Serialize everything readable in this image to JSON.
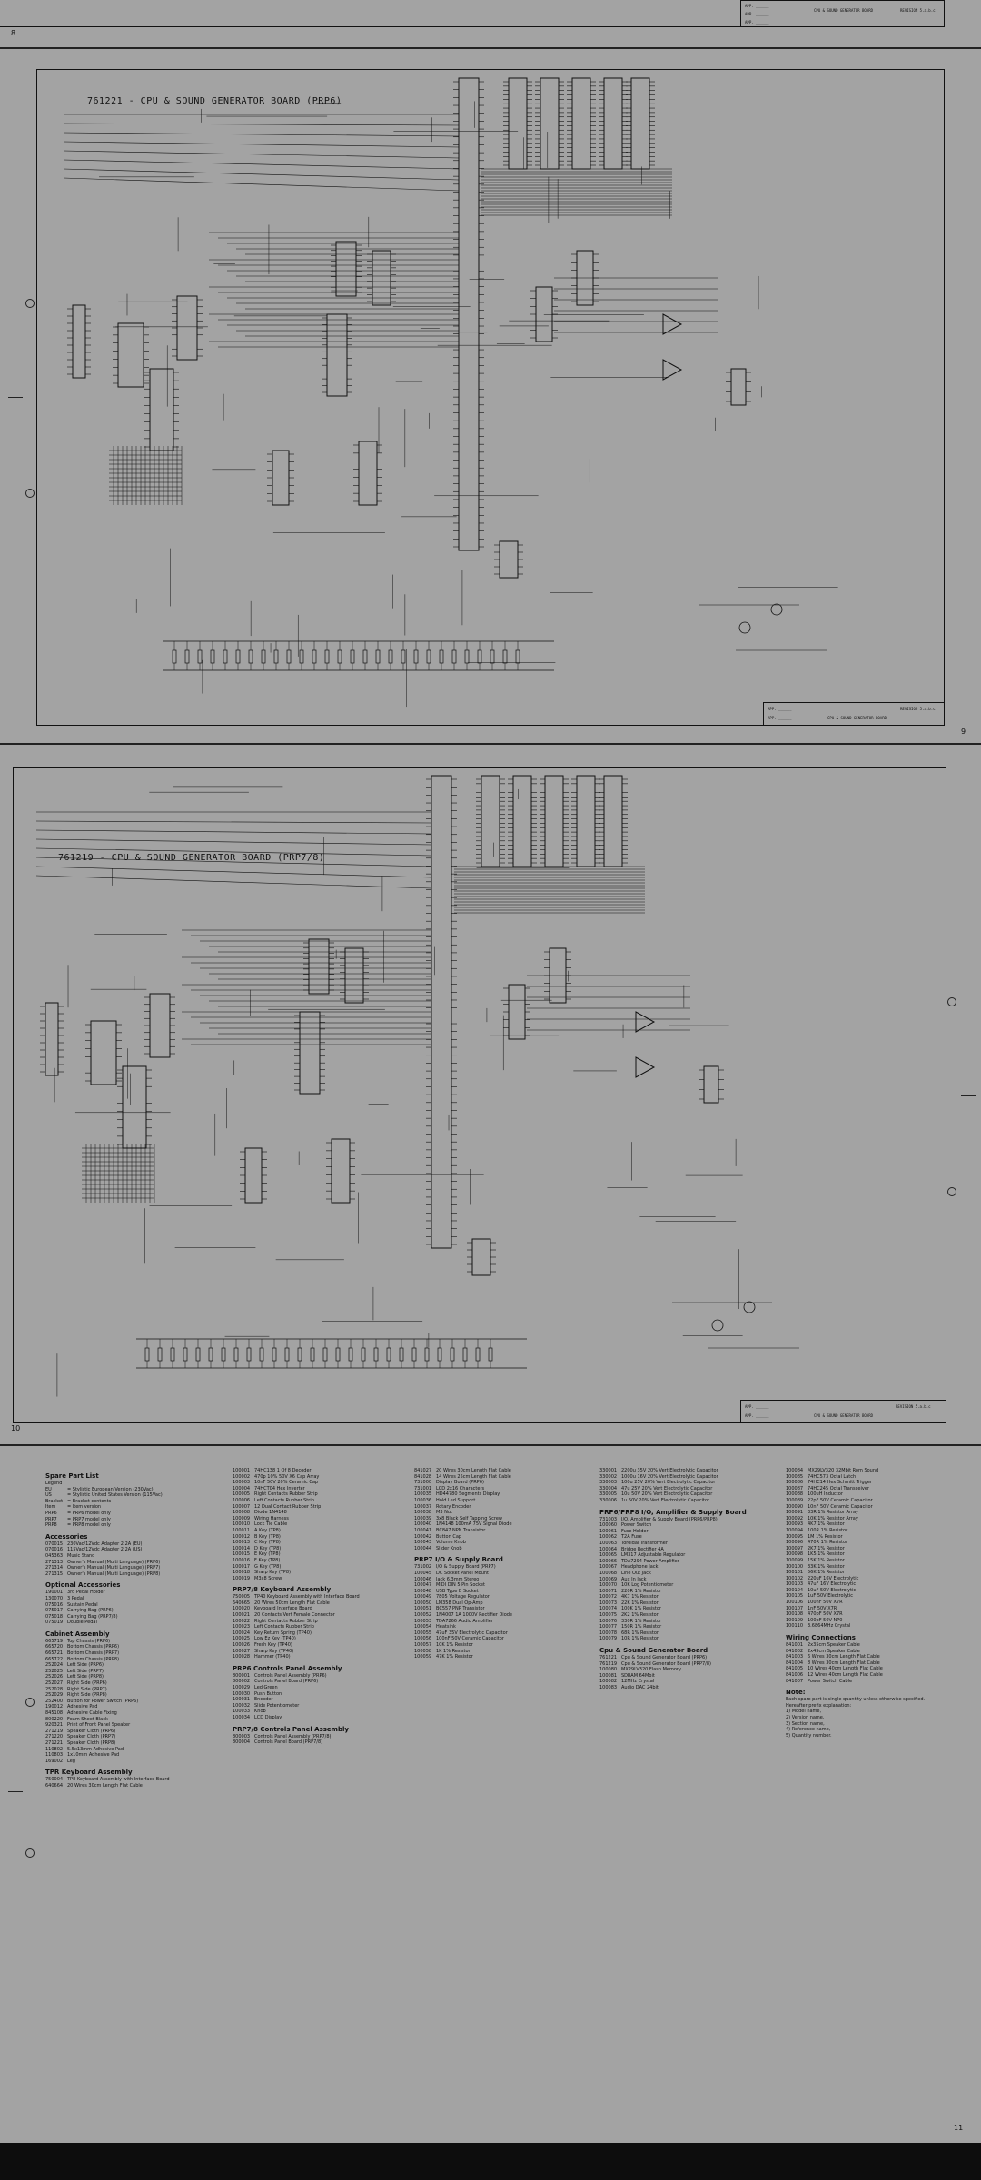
{
  "sheets": [
    {
      "title": "761221 - CPU & SOUND GENERATOR BOARD (PRP6)",
      "page": "9",
      "prefix": "761221"
    },
    {
      "title": "761219 - CPU & SOUND GENERATOR BOARD (PRP7/8)",
      "page": "10",
      "prefix": "761219"
    }
  ],
  "page_markers": {
    "top": "8",
    "mid": "10",
    "bottom": "11"
  },
  "title_block": {
    "drawing": "CPU & SOUND GENERATOR BOARD",
    "rev": "REVISION 5.a.b.c"
  },
  "parts_list": {
    "col1": [
      {
        "h": "Spare Part List"
      },
      {
        "r": [
          "Legend",
          ""
        ]
      },
      {
        "r": [
          "EU",
          "= Stylistic European Version (230Vac)"
        ]
      },
      {
        "r": [
          "US",
          "= Stylistic United States Version (115Vac)"
        ]
      },
      {
        "r": [
          "Bracket",
          "= Bracket contents"
        ]
      },
      {
        "r": [
          "Item",
          "= Item version"
        ]
      },
      {
        "r": [
          "PRP6",
          "= PRP6 model only"
        ]
      },
      {
        "r": [
          "PRP7",
          "= PRP7 model only"
        ]
      },
      {
        "r": [
          "PRP8",
          "= PRP8 model only"
        ]
      },
      {
        "h": "Accessories"
      },
      {
        "r": [
          "070015",
          "230Vac/12Vdc Adapter 2.2A (EU)"
        ]
      },
      {
        "r": [
          "070016",
          "115Vac/12Vdc Adapter 2.2A (US)"
        ]
      },
      {
        "r": [
          "045363",
          "Music Stand"
        ]
      },
      {
        "r": [
          "271313",
          "Owner's Manual (Multi Language) (PRP6)"
        ]
      },
      {
        "r": [
          "271314",
          "Owner's Manual (Multi Language) (PRP7)"
        ]
      },
      {
        "r": [
          "271315",
          "Owner's Manual (Multi Language) (PRP8)"
        ]
      },
      {
        "h": "Optional Accessories"
      },
      {
        "r": [
          "190001",
          "3rd Pedal Holder"
        ]
      },
      {
        "r": [
          "130070",
          "3 Pedal"
        ]
      },
      {
        "r": [
          "075016",
          "Sustain Pedal"
        ]
      },
      {
        "r": [
          "075017",
          "Carrying Bag (PRP6)"
        ]
      },
      {
        "r": [
          "075018",
          "Carrying Bag (PRP7/8)"
        ]
      },
      {
        "r": [
          "075019",
          "Double Pedal"
        ]
      },
      {
        "h": "Cabinet Assembly"
      },
      {
        "r": [
          "665719",
          "Top Chassis (PRP6)"
        ]
      },
      {
        "r": [
          "665720",
          "Bottom Chassis (PRP6)"
        ]
      },
      {
        "r": [
          "665721",
          "Bottom Chassis (PRP7)"
        ]
      },
      {
        "r": [
          "665722",
          "Bottom Chassis (PRP8)"
        ]
      },
      {
        "r": [
          "252024",
          "Left Side (PRP6)"
        ]
      },
      {
        "r": [
          "252025",
          "Left Side (PRP7)"
        ]
      },
      {
        "r": [
          "252026",
          "Left Side (PRP8)"
        ]
      },
      {
        "r": [
          "252027",
          "Right Side (PRP6)"
        ]
      },
      {
        "r": [
          "252028",
          "Right Side (PRP7)"
        ]
      },
      {
        "r": [
          "252029",
          "Right Side (PRP8)"
        ]
      },
      {
        "r": [
          "252400",
          "Button for Power Switch (PRP6)"
        ]
      },
      {
        "r": [
          "190012",
          "Adhesive Pad"
        ]
      },
      {
        "r": [
          "845108",
          "Adhesive Cable Fixing"
        ]
      },
      {
        "r": [
          "800220",
          "Foam Sheet Black"
        ]
      },
      {
        "r": [
          "920321",
          "Print of Front Panel Speaker"
        ]
      },
      {
        "r": [
          "271219",
          "Speaker Cloth (PRP6)"
        ]
      },
      {
        "r": [
          "271220",
          "Speaker Cloth (PRP7)"
        ]
      },
      {
        "r": [
          "271221",
          "Speaker Cloth (PRP8)"
        ]
      },
      {
        "r": [
          "110802",
          "5.5x13mm Adhesive Pad"
        ]
      },
      {
        "r": [
          "110803",
          "1x10mm Adhesive Pad"
        ]
      },
      {
        "r": [
          "169002",
          "Leg"
        ]
      },
      {
        "h": "TPR Keyboard Assembly"
      },
      {
        "r": [
          "750004",
          "TP8 Keyboard Assembly with Interface Board"
        ]
      },
      {
        "r": [
          "640664",
          "20 Wires 30cm Length Flat Cable"
        ]
      }
    ],
    "col2": [
      {
        "r": [
          "100001",
          "74HC138 1 Of 8 Decoder"
        ]
      },
      {
        "r": [
          "100002",
          "470p 10% 50V X6 Cap Array"
        ]
      },
      {
        "r": [
          "100003",
          "10nF 50V 20% Ceramic Cap"
        ]
      },
      {
        "r": [
          "100004",
          "74HCT04 Hex Inverter"
        ]
      },
      {
        "r": [
          "100005",
          "Right Contacts Rubber Strip"
        ]
      },
      {
        "r": [
          "100006",
          "Left Contacts Rubber Strip"
        ]
      },
      {
        "r": [
          "100007",
          "12 Dual Contact Rubber Strip"
        ]
      },
      {
        "r": [
          "100008",
          "Diode 1N4148"
        ]
      },
      {
        "r": [
          "100009",
          "Wiring Harness"
        ]
      },
      {
        "r": [
          "100010",
          "Lock Tie Cable"
        ]
      },
      {
        "r": [
          "100011",
          "A Key (TP8)"
        ]
      },
      {
        "r": [
          "100012",
          "B Key (TP8)"
        ]
      },
      {
        "r": [
          "100013",
          "C Key (TP8)"
        ]
      },
      {
        "r": [
          "100014",
          "D Key (TP8)"
        ]
      },
      {
        "r": [
          "100015",
          "E Key (TP8)"
        ]
      },
      {
        "r": [
          "100016",
          "F Key (TP8)"
        ]
      },
      {
        "r": [
          "100017",
          "G Key (TP8)"
        ]
      },
      {
        "r": [
          "100018",
          "Sharp Key (TP8)"
        ]
      },
      {
        "r": [
          "100019",
          "M3x8 Screw"
        ]
      },
      {
        "h": "PRP7/8 Keyboard Assembly"
      },
      {
        "r": [
          "750005",
          "TP40 Keyboard Assembly with Interface Board"
        ]
      },
      {
        "r": [
          "640665",
          "20 Wires 50cm Length Flat Cable"
        ]
      },
      {
        "r": [
          "100020",
          "Keyboard Interface Board"
        ]
      },
      {
        "r": [
          "100021",
          "20 Contacts Vert Female Connector"
        ]
      },
      {
        "r": [
          "100022",
          "Right Contacts Rubber Strip"
        ]
      },
      {
        "r": [
          "100023",
          "Left Contacts Rubber Strip"
        ]
      },
      {
        "r": [
          "100024",
          "Key Return Spring (TP40)"
        ]
      },
      {
        "r": [
          "100025",
          "Low Ez Key (TP40)"
        ]
      },
      {
        "r": [
          "100026",
          "Fresh Key (TP40)"
        ]
      },
      {
        "r": [
          "100027",
          "Sharp Key (TP40)"
        ]
      },
      {
        "r": [
          "100028",
          "Hammer (TP40)"
        ]
      },
      {
        "h": "PRP6 Controls Panel Assembly"
      },
      {
        "r": [
          "800001",
          "Controls Panel Assembly (PRP6)"
        ]
      },
      {
        "r": [
          "800002",
          "Controls Panel Board (PRP6)"
        ]
      },
      {
        "r": [
          "100029",
          "Led Green"
        ]
      },
      {
        "r": [
          "100030",
          "Push Button"
        ]
      },
      {
        "r": [
          "100031",
          "Encoder"
        ]
      },
      {
        "r": [
          "100032",
          "Slide Potentiometer"
        ]
      },
      {
        "r": [
          "100033",
          "Knob"
        ]
      },
      {
        "r": [
          "100034",
          "LCD Display"
        ]
      },
      {
        "h": "PRP7/8 Controls Panel Assembly"
      },
      {
        "r": [
          "800003",
          "Controls Panel Assembly (PRP7/8)"
        ]
      },
      {
        "r": [
          "800004",
          "Controls Panel Board (PRP7/8)"
        ]
      }
    ],
    "col3": [
      {
        "r": [
          "841027",
          "20 Wires 30cm Length Flat Cable"
        ]
      },
      {
        "r": [
          "841028",
          "14 Wires 25cm Length Flat Cable"
        ]
      },
      {
        "r": [
          "731000",
          "Display Board (PRP6)"
        ]
      },
      {
        "r": [
          "731001",
          "LCD 2x16 Characters"
        ]
      },
      {
        "r": [
          "100035",
          "HD44780 Segments Display"
        ]
      },
      {
        "r": [
          "100036",
          "Hold Led Support"
        ]
      },
      {
        "r": [
          "100037",
          "Rotary Encoder"
        ]
      },
      {
        "r": [
          "100038",
          "M3 Nut"
        ]
      },
      {
        "r": [
          "100039",
          "3x8 Black Self Tapping Screw"
        ]
      },
      {
        "r": [
          "100040",
          "1N4148 100mA 75V Signal Diode"
        ]
      },
      {
        "r": [
          "100041",
          "BC847 NPN Transistor"
        ]
      },
      {
        "r": [
          "100042",
          "Button Cap"
        ]
      },
      {
        "r": [
          "100043",
          "Volume Knob"
        ]
      },
      {
        "r": [
          "100044",
          "Slider Knob"
        ]
      },
      {
        "h": "PRP7 I/O & Supply Board"
      },
      {
        "r": [
          "731002",
          "I/O & Supply Board (PRP7)"
        ]
      },
      {
        "r": [
          "100045",
          "DC Socket Panel Mount"
        ]
      },
      {
        "r": [
          "100046",
          "Jack 6.3mm Stereo"
        ]
      },
      {
        "r": [
          "100047",
          "MIDI DIN 5 Pin Socket"
        ]
      },
      {
        "r": [
          "100048",
          "USB Type B Socket"
        ]
      },
      {
        "r": [
          "100049",
          "7805 Voltage Regulator"
        ]
      },
      {
        "r": [
          "100050",
          "LM358 Dual Op-Amp"
        ]
      },
      {
        "r": [
          "100051",
          "BC557 PNP Transistor"
        ]
      },
      {
        "r": [
          "100052",
          "1N4007 1A 1000V Rectifier Diode"
        ]
      },
      {
        "r": [
          "100053",
          "TDA7266 Audio Amplifier"
        ]
      },
      {
        "r": [
          "100054",
          "Heatsink"
        ]
      },
      {
        "r": [
          "100055",
          "47uF 35V Electrolytic Capacitor"
        ]
      },
      {
        "r": [
          "100056",
          "100nF 50V Ceramic Capacitor"
        ]
      },
      {
        "r": [
          "100057",
          "10K 1% Resistor"
        ]
      },
      {
        "r": [
          "100058",
          "1K 1% Resistor"
        ]
      },
      {
        "r": [
          "100059",
          "47K 1% Resistor"
        ]
      }
    ],
    "col4": [
      {
        "r": [
          "330001",
          "2200u 35V 20% Vert Electrolytic Capacitor"
        ]
      },
      {
        "r": [
          "330002",
          "1000u 16V 20% Vert Electrolytic Capacitor"
        ]
      },
      {
        "r": [
          "330003",
          "100u 25V 20% Vert Electrolytic Capacitor"
        ]
      },
      {
        "r": [
          "330004",
          "47u 25V 20% Vert Electrolytic Capacitor"
        ]
      },
      {
        "r": [
          "330005",
          "10u 50V 20% Vert Electrolytic Capacitor"
        ]
      },
      {
        "r": [
          "330006",
          "1u 50V 20% Vert Electrolytic Capacitor"
        ]
      },
      {
        "h": "PRP6/PRP8 I/O, Amplifier & Supply Board"
      },
      {
        "r": [
          "731003",
          "I/O, Amplifier & Supply Board (PRP6/PRP8)"
        ]
      },
      {
        "r": [
          "100060",
          "Power Switch"
        ]
      },
      {
        "r": [
          "100061",
          "Fuse Holder"
        ]
      },
      {
        "r": [
          "100062",
          "T2A Fuse"
        ]
      },
      {
        "r": [
          "100063",
          "Toroidal Transformer"
        ]
      },
      {
        "r": [
          "100064",
          "Bridge Rectifier 4A"
        ]
      },
      {
        "r": [
          "100065",
          "LM317 Adjustable Regulator"
        ]
      },
      {
        "r": [
          "100066",
          "TDA7294 Power Amplifier"
        ]
      },
      {
        "r": [
          "100067",
          "Headphone Jack"
        ]
      },
      {
        "r": [
          "100068",
          "Line Out Jack"
        ]
      },
      {
        "r": [
          "100069",
          "Aux In Jack"
        ]
      },
      {
        "r": [
          "100070",
          "10K Log Potentiometer"
        ]
      },
      {
        "r": [
          "100071",
          "220R 1% Resistor"
        ]
      },
      {
        "r": [
          "100072",
          "4K7 1% Resistor"
        ]
      },
      {
        "r": [
          "100073",
          "22K 1% Resistor"
        ]
      },
      {
        "r": [
          "100074",
          "100K 1% Resistor"
        ]
      },
      {
        "r": [
          "100075",
          "2K2 1% Resistor"
        ]
      },
      {
        "r": [
          "100076",
          "330R 1% Resistor"
        ]
      },
      {
        "r": [
          "100077",
          "150R 1% Resistor"
        ]
      },
      {
        "r": [
          "100078",
          "68R 1% Resistor"
        ]
      },
      {
        "r": [
          "100079",
          "10R 1% Resistor"
        ]
      },
      {
        "h": "Cpu & Sound Generator Board"
      },
      {
        "r": [
          "761221",
          "Cpu & Sound Generator Board (PRP6)"
        ]
      },
      {
        "r": [
          "761219",
          "Cpu & Sound Generator Board (PRP7/8)"
        ]
      },
      {
        "r": [
          "100080",
          "MX29LV320 Flash Memory"
        ]
      },
      {
        "r": [
          "100081",
          "SDRAM 64Mbit"
        ]
      },
      {
        "r": [
          "100082",
          "12MHz Crystal"
        ]
      },
      {
        "r": [
          "100083",
          "Audio DAC 24bit"
        ]
      }
    ],
    "col5": [
      {
        "r": [
          "100084",
          "MX29LV320 32Mbit Rom Sound"
        ]
      },
      {
        "r": [
          "100085",
          "74HC573 Octal Latch"
        ]
      },
      {
        "r": [
          "100086",
          "74HC14 Hex Schmitt Trigger"
        ]
      },
      {
        "r": [
          "100087",
          "74HC245 Octal Transceiver"
        ]
      },
      {
        "r": [
          "100088",
          "100uH Inductor"
        ]
      },
      {
        "r": [
          "100089",
          "22pF 50V Ceramic Capacitor"
        ]
      },
      {
        "r": [
          "100090",
          "10nF 50V Ceramic Capacitor"
        ]
      },
      {
        "r": [
          "100091",
          "33R 1% Resistor Array"
        ]
      },
      {
        "r": [
          "100092",
          "10K 1% Resistor Array"
        ]
      },
      {
        "r": [
          "100093",
          "4K7 1% Resistor"
        ]
      },
      {
        "r": [
          "100094",
          "100R 1% Resistor"
        ]
      },
      {
        "r": [
          "100095",
          "1M 1% Resistor"
        ]
      },
      {
        "r": [
          "100096",
          "470R 1% Resistor"
        ]
      },
      {
        "r": [
          "100097",
          "2K7 1% Resistor"
        ]
      },
      {
        "r": [
          "100098",
          "1K5 1% Resistor"
        ]
      },
      {
        "r": [
          "100099",
          "15K 1% Resistor"
        ]
      },
      {
        "r": [
          "100100",
          "33K 1% Resistor"
        ]
      },
      {
        "r": [
          "100101",
          "56K 1% Resistor"
        ]
      },
      {
        "r": [
          "100102",
          "220uF 16V Electrolytic"
        ]
      },
      {
        "r": [
          "100103",
          "47uF 16V Electrolytic"
        ]
      },
      {
        "r": [
          "100104",
          "10uF 50V Electrolytic"
        ]
      },
      {
        "r": [
          "100105",
          "1uF 50V Electrolytic"
        ]
      },
      {
        "r": [
          "100106",
          "100nF 50V X7R"
        ]
      },
      {
        "r": [
          "100107",
          "1nF 50V X7R"
        ]
      },
      {
        "r": [
          "100108",
          "470pF 50V X7R"
        ]
      },
      {
        "r": [
          "100109",
          "100pF 50V NP0"
        ]
      },
      {
        "r": [
          "100110",
          "3.6864MHz Crystal"
        ]
      },
      {
        "h": "Wiring Connections"
      },
      {
        "r": [
          "841001",
          "2x35cm Speaker Cable"
        ]
      },
      {
        "r": [
          "841002",
          "2x45cm Speaker Cable"
        ]
      },
      {
        "r": [
          "841003",
          "6 Wires 30cm Length Flat Cable"
        ]
      },
      {
        "r": [
          "841004",
          "8 Wires 30cm Length Flat Cable"
        ]
      },
      {
        "r": [
          "841005",
          "10 Wires 40cm Length Flat Cable"
        ]
      },
      {
        "r": [
          "841006",
          "12 Wires 40cm Length Flat Cable"
        ]
      },
      {
        "r": [
          "841007",
          "Power Switch Cable"
        ]
      },
      {
        "h": "Note:"
      },
      {
        "t": "Each spare part is single quantity unless otherwise specified."
      },
      {
        "t": "Hereafter prefix explanation:"
      },
      {
        "t": "1) Model name,"
      },
      {
        "t": "2) Version name,"
      },
      {
        "t": "3) Section name,"
      },
      {
        "t": "4) Reference name,"
      },
      {
        "t": "5) Quantity number."
      }
    ]
  }
}
